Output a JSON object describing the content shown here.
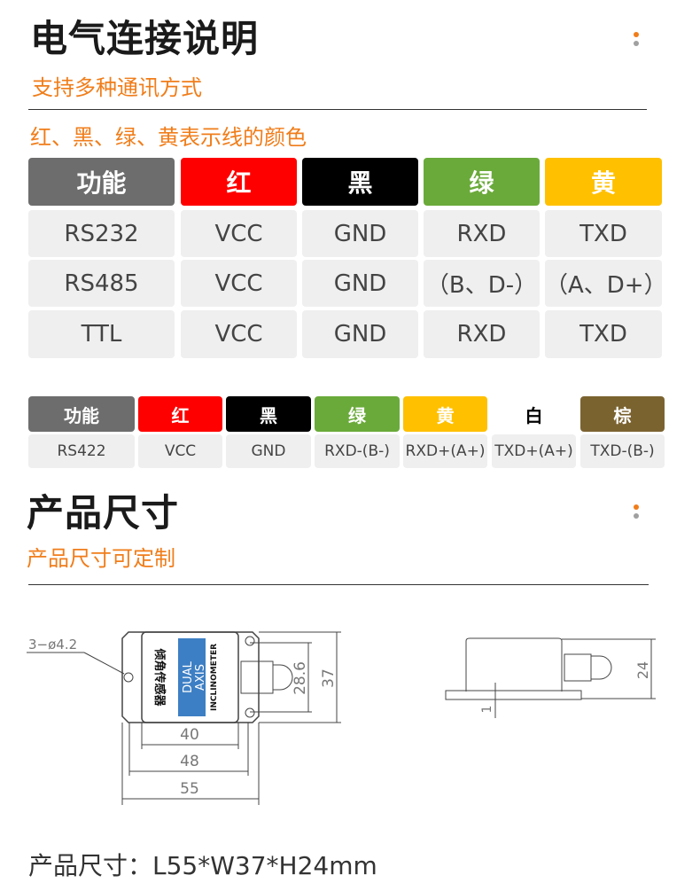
{
  "section1": {
    "title": "电气连接说明",
    "subtitle": "支持多种通讯方式",
    "note": "红、黑、绿、黄表示线的颜色"
  },
  "table1": {
    "headers": [
      {
        "label": "功能",
        "color": "#6d6d6d"
      },
      {
        "label": "红",
        "color": "#ff0000"
      },
      {
        "label": "黑",
        "color": "#000000"
      },
      {
        "label": "绿",
        "color": "#6aaa3a"
      },
      {
        "label": "黄",
        "color": "#ffc000"
      }
    ],
    "rows": [
      [
        "RS232",
        "VCC",
        "GND",
        "RXD",
        "TXD"
      ],
      [
        "RS485",
        "VCC",
        "GND",
        "（B、D-）",
        "（A、D+）"
      ],
      [
        "TTL",
        "VCC",
        "GND",
        "RXD",
        "TXD"
      ]
    ]
  },
  "table2": {
    "headers": [
      {
        "label": "功能",
        "color": "#6d6d6d",
        "text": "#ffffff"
      },
      {
        "label": "红",
        "color": "#ff0000",
        "text": "#ffffff"
      },
      {
        "label": "黑",
        "color": "#000000",
        "text": "#ffffff"
      },
      {
        "label": "绿",
        "color": "#6aaa3a",
        "text": "#ffffff"
      },
      {
        "label": "黄",
        "color": "#ffc000",
        "text": "#ffffff"
      },
      {
        "label": "白",
        "color": "#ffffff",
        "text": "#000000"
      },
      {
        "label": "棕",
        "color": "#7b6330",
        "text": "#ffffff"
      }
    ],
    "rows": [
      [
        "RS422",
        "VCC",
        "GND",
        "RXD-(B-)",
        "RXD+(A+)",
        "TXD+(A+)",
        "TXD-(B-)"
      ]
    ]
  },
  "section2": {
    "title": "产品尺寸",
    "subtitle": "产品尺寸可定制"
  },
  "drawing": {
    "holes": "3−ø4.2",
    "d286": "28.6",
    "d37": "37",
    "d40": "40",
    "d48": "48",
    "d55": "55",
    "d24": "24",
    "d1": "1",
    "label_cn": "倾角传感器",
    "label_dual": "DUAL",
    "label_axis": "AXIS",
    "label_incl": "INCLINOMETER"
  },
  "footer": "产品尺寸：L55*W37*H24mm",
  "accent": "#f07d1a"
}
